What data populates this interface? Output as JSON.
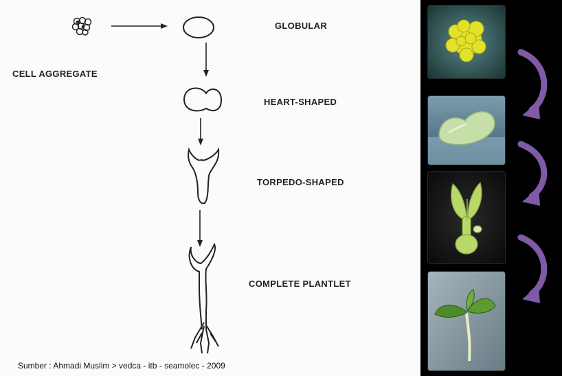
{
  "stages": {
    "cell_aggregate": "CELL AGGREGATE",
    "globular": "GLOBULAR",
    "heart_shaped": "HEART-SHAPED",
    "torpedo_shaped": "TORPEDO-SHAPED",
    "complete_plantlet": "COMPLETE PLANTLET"
  },
  "caption": "Sumber : Ahmadi Muslim > vedca - itb - seamolec - 2009",
  "colors": {
    "arrow_purple": "#7f5aa6",
    "background": "#000000",
    "panel": "#fbfbfb"
  }
}
